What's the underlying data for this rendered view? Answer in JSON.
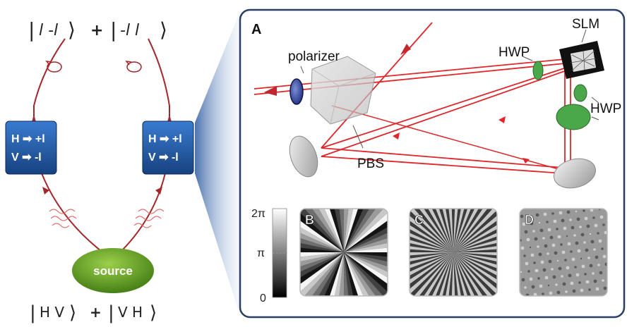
{
  "left": {
    "state_top": {
      "ket1": "l -l",
      "plus": "+",
      "ket2": "-l l"
    },
    "state_bottom": {
      "ket1": "H V",
      "plus": "+",
      "ket2": "V H"
    },
    "source_label": "source",
    "converter_left": {
      "line1": "H ➡ +l",
      "line2": "V ➡ -l"
    },
    "converter_right": {
      "line1": "H ➡ +l",
      "line2": "V ➡ -l"
    }
  },
  "panel_a": {
    "letter": "A",
    "labels": {
      "polarizer": "polarizer",
      "pbs": "PBS",
      "slm": "SLM",
      "hwp1": "HWP",
      "hwp2": "HWP"
    }
  },
  "phase_scale": {
    "top": "2π",
    "mid": "π",
    "bottom": "0"
  },
  "holograms": [
    {
      "letter": "B"
    },
    {
      "letter": "C"
    },
    {
      "letter": "D"
    }
  ],
  "colors": {
    "beam": "#e0262a",
    "converter_box": "#1f5fa8",
    "source_green": "#5a9a22",
    "panel_border": "#2b3f63",
    "wave_plate_green": "#4aa84a"
  }
}
